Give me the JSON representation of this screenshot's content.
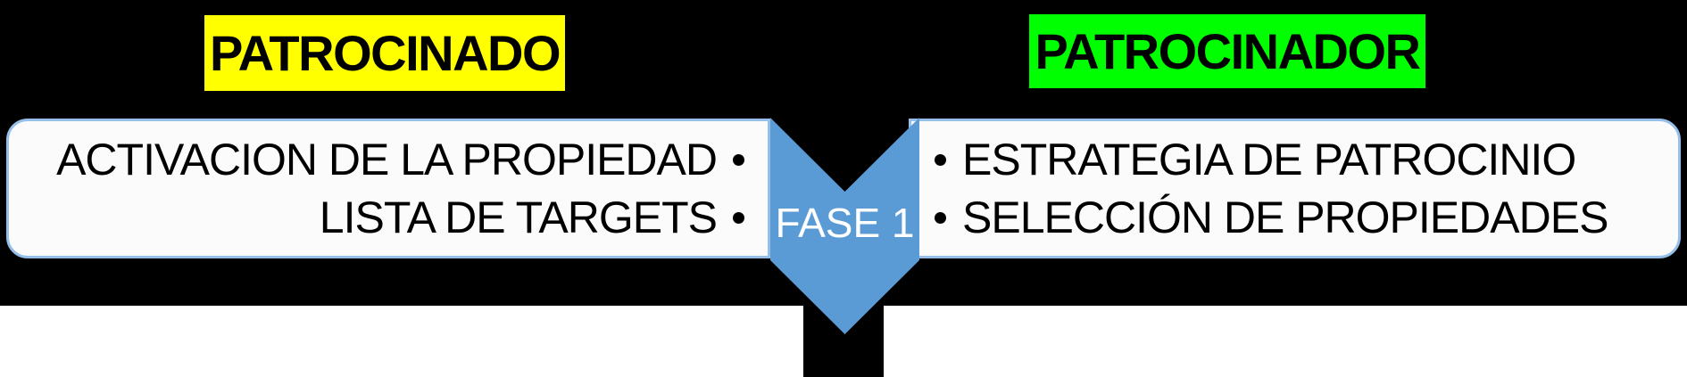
{
  "headers": {
    "left": {
      "label": "PATROCINADO",
      "highlight": "#FFFF00"
    },
    "right": {
      "label": "PATROCINADOR",
      "highlight": "#00FF00"
    }
  },
  "left_panel": {
    "items": [
      {
        "label": "ACTIVACION DE LA PROPIEDAD"
      },
      {
        "label": "LISTA DE TARGETS"
      }
    ],
    "bullet_side": "right"
  },
  "right_panel": {
    "items": [
      {
        "label": "ESTRATEGIA DE PATROCINIO"
      },
      {
        "label": "SELECCIÓN DE PROPIEDADES"
      }
    ],
    "bullet_side": "left"
  },
  "chevron": {
    "label": "FASE 1",
    "fill": "#5B9BD5",
    "text_color": "#FFFFFF"
  },
  "colors": {
    "background": "#000000",
    "panel_fill": "#FBFBFB",
    "panel_border": "#95BEE8",
    "bottom_strip": "#FFFFFF",
    "text": "#000000"
  }
}
